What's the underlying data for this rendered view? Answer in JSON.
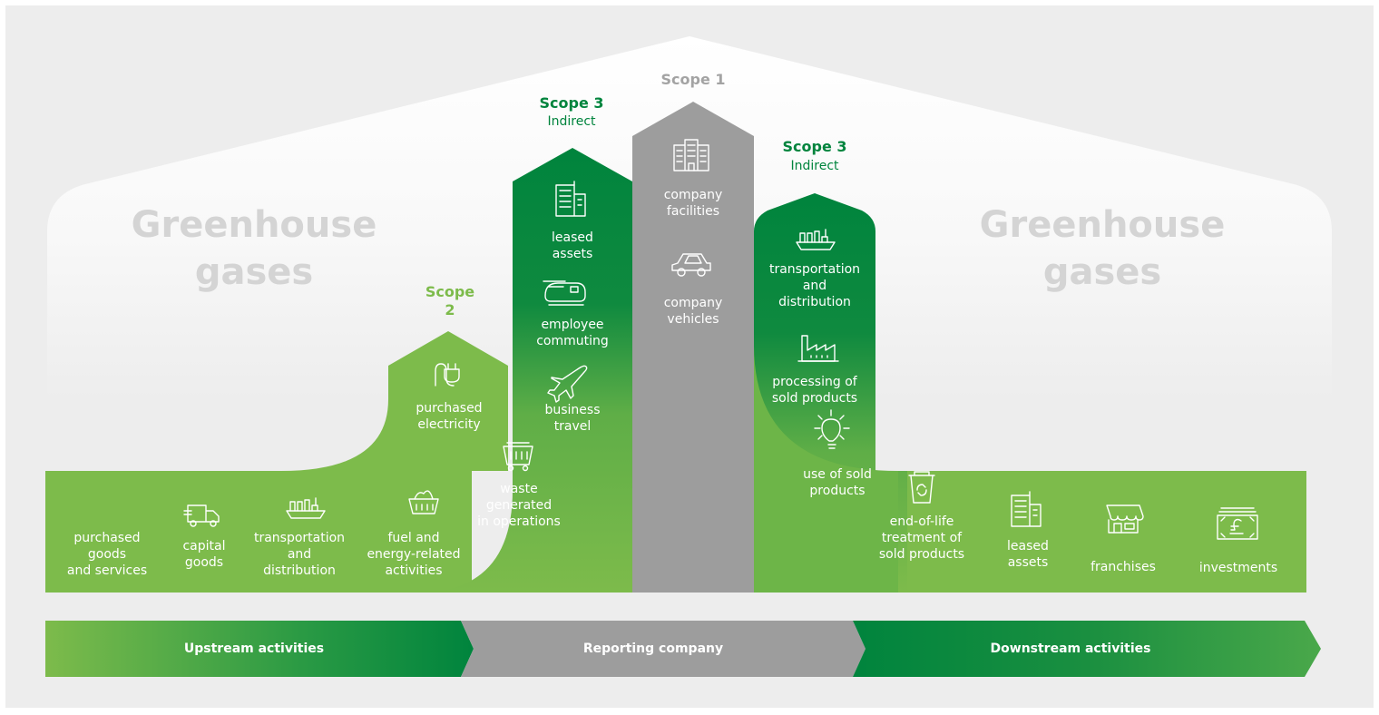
{
  "background_heading": {
    "left": "Greenhouse\ngases",
    "right": "Greenhouse\ngases"
  },
  "scopes": {
    "scope1": {
      "title": "Scope 1",
      "subtitle": ""
    },
    "scope2": {
      "title": "Scope\n2",
      "subtitle": ""
    },
    "scope3_upstream": {
      "title": "Scope 3",
      "subtitle": "Indirect"
    },
    "scope3_downstream": {
      "title": "Scope 3",
      "subtitle": "Indirect"
    }
  },
  "upstream_items": [
    {
      "label": "purchased\ngoods\nand services",
      "icon": ""
    },
    {
      "label": "capital\ngoods",
      "icon": "truck-icon"
    },
    {
      "label": "transportation\nand\ndistribution",
      "icon": "ship-icon"
    },
    {
      "label": "fuel and\nenergy-related\nactivities",
      "icon": "coal-cart-icon"
    },
    {
      "label": "waste\ngenerated\nin operations",
      "icon": "skip-bin-icon"
    }
  ],
  "scope2_items": [
    {
      "label": "purchased\nelectricity",
      "icon": "plug-icon"
    }
  ],
  "scope3_upstream_column": [
    {
      "label": "leased\nassets",
      "icon": "building-icon"
    },
    {
      "label": "employee\ncommuting",
      "icon": "train-icon"
    },
    {
      "label": "business\ntravel",
      "icon": "plane-icon"
    }
  ],
  "scope1_items": [
    {
      "label": "company\nfacilities",
      "icon": "office-building-icon"
    },
    {
      "label": "company\nvehicles",
      "icon": "car-icon"
    }
  ],
  "scope3_downstream_column": [
    {
      "label": "transportation\nand\ndistribution",
      "icon": "ship-icon"
    },
    {
      "label": "processing of\nsold products",
      "icon": "factory-icon"
    },
    {
      "label": "use of sold\nproducts",
      "icon": "lightbulb-icon"
    }
  ],
  "downstream_items": [
    {
      "label": "end-of-life\ntreatment of\nsold products",
      "icon": "recycle-bin-icon"
    },
    {
      "label": "leased\nassets",
      "icon": "building-icon"
    },
    {
      "label": "franchises",
      "icon": "shopfront-icon"
    },
    {
      "label": "investments",
      "icon": "banknote-icon"
    }
  ],
  "bottom_arrows": {
    "upstream": "Upstream activities",
    "reporting": "Reporting company",
    "downstream": "Downstream activities"
  },
  "colors": {
    "dark_green": "#00843d",
    "mid_green": "#4aa84a",
    "light_green": "#7dbb4b",
    "grey": "#9d9d9d",
    "scope_grey_text": "#a3a3a3",
    "background": "#ededed"
  }
}
